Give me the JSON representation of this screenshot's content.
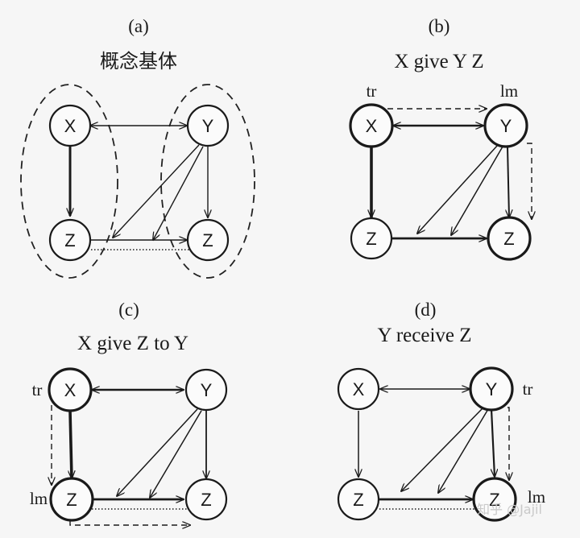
{
  "panels": [
    {
      "letter": "(a)",
      "title": "概念基体",
      "nodes": [
        "X",
        "Y",
        "Z",
        "Z"
      ]
    },
    {
      "letter": "(b)",
      "title": "X give Y Z",
      "nodes": [
        "X",
        "Y",
        "Z",
        "Z"
      ],
      "labels": {
        "tr": "tr",
        "lm": "lm"
      }
    },
    {
      "letter": "(c)",
      "title": "X give Z to Y",
      "nodes": [
        "X",
        "Y",
        "Z",
        "Z"
      ],
      "labels": {
        "tr": "tr",
        "lm": "lm"
      }
    },
    {
      "letter": "(d)",
      "title": "Y receive Z",
      "nodes": [
        "X",
        "Y",
        "Z",
        "Z"
      ],
      "labels": {
        "tr": "tr",
        "lm": "lm"
      }
    }
  ],
  "watermark": "知乎 @Jajil"
}
